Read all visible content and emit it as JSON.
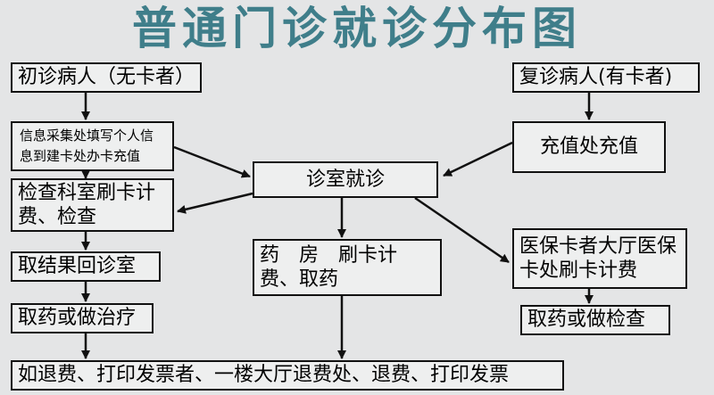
{
  "title": "普通门诊就诊分布图",
  "nodes": {
    "first_visit": "初诊病人（无卡者）",
    "info_collect": "信息采集处填写个人信息到建卡处办卡充值",
    "exam": "检查科室刷卡计费、检查",
    "get_results": "取结果回诊室",
    "medicine_left": "取药或做治疗",
    "return_visit": "复诊病人(有卡者)",
    "recharge": "充值处充值",
    "consult": "诊室就诊",
    "pharmacy": "药　房　刷卡计费、取药",
    "insurance": "医保卡者大厅医保卡处刷卡计费",
    "medicine_right": "取药或做检查",
    "refund": "如退费、打印发票者、一楼大厅退费处、退费、打印发票"
  }
}
